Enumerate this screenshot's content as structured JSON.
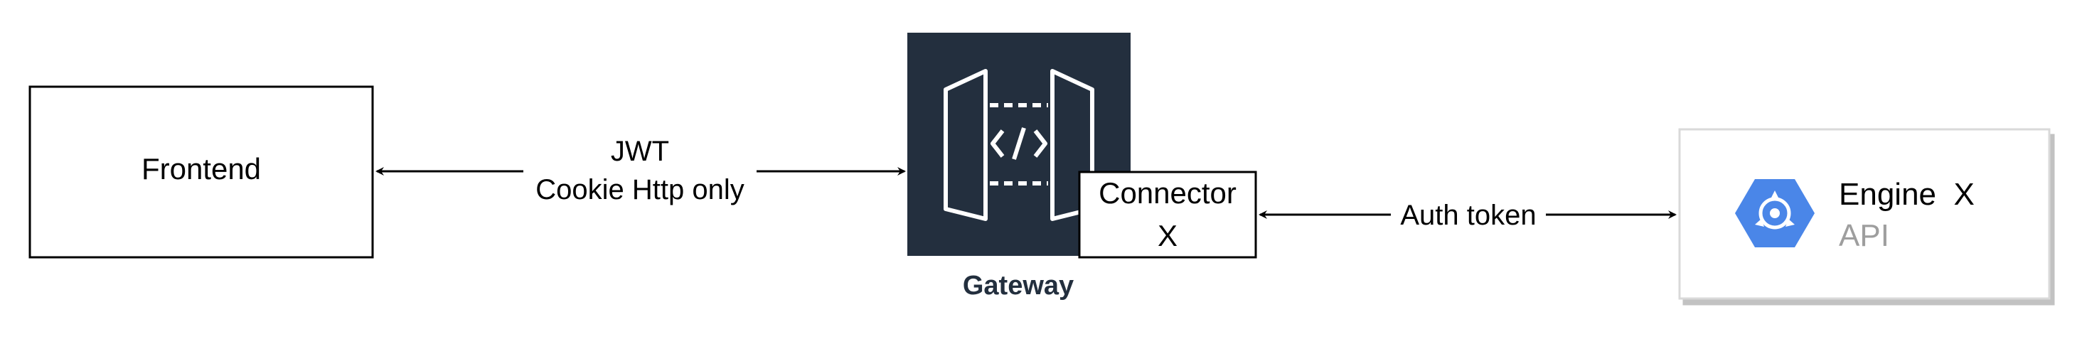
{
  "nodes": {
    "frontend": {
      "label": "Frontend"
    },
    "gateway": {
      "label": "Gateway"
    },
    "connector": {
      "line1": "Connector",
      "line2": "X"
    },
    "engine": {
      "title": "Engine  X",
      "subtitle": "API"
    }
  },
  "edges": {
    "frontend_gateway": {
      "line1": "JWT",
      "line2": "Cookie Http only"
    },
    "connector_engine": {
      "label": "Auth token"
    }
  },
  "colors": {
    "gateway_bg": "#232f3e",
    "engine_icon": "#4a86e8",
    "engine_subtitle": "#9e9e9e",
    "stroke": "#000000"
  },
  "icons": {
    "gateway": "api-gateway-icon",
    "engine": "engine-hexagon-icon"
  }
}
